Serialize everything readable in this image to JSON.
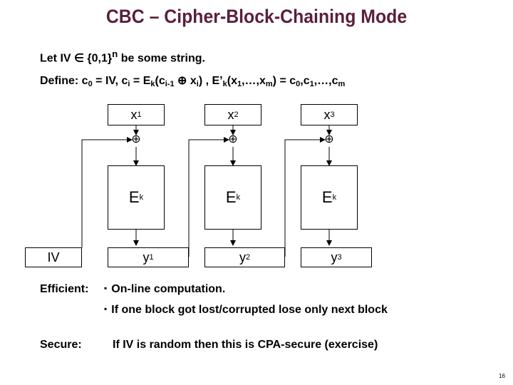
{
  "title": "CBC – Cipher-Block-Chaining Mode",
  "intro": {
    "prefix": "Let IV ",
    "member_symbol": "∈",
    "set": " {0,1}",
    "exp": "n",
    "suffix": " be some string."
  },
  "define": {
    "label": "Define: ",
    "c0": "c",
    "c0_sub": "0",
    "c0_rest": " = IV, ",
    "ci": "c",
    "ci_sub": "i",
    "ci_eq": " = E",
    "ci_k": "k",
    "ci_open": "(c",
    "ci_prev": "i-1",
    "ci_xor": " ⊕ ",
    "ci_x": "x",
    "ci_x_sub": "i",
    "ci_close": ") ,  E’",
    "ep_k": "k",
    "ep_args": "(x",
    "ep_1": "1",
    "ep_mid": ",…,x",
    "ep_m": "m",
    "ep_eq": ") = c",
    "ep_c0": "0",
    "ep_c1": ",c",
    "ep_c1_sub": "1",
    "ep_rest": ",…,c",
    "ep_cm": "m"
  },
  "diagram": {
    "inputs": [
      {
        "var": "x",
        "sub": "1"
      },
      {
        "var": "x",
        "sub": "2"
      },
      {
        "var": "x",
        "sub": "3"
      }
    ],
    "xor_symbol": "⊕",
    "cipher": {
      "var": "E",
      "sub": "k"
    },
    "iv_label": "IV",
    "outputs": [
      {
        "var": "y",
        "sub": "1"
      },
      {
        "var": "y",
        "sub": "2"
      },
      {
        "var": "y",
        "sub": "3"
      }
    ]
  },
  "efficient": {
    "label": "Efficient:",
    "bullet": "▪",
    "items": [
      "On-line computation.",
      "If one block got lost/corrupted lose only next block"
    ]
  },
  "secure": {
    "label": "Secure:",
    "text": "If IV is random then this is CPA-secure (exercise)"
  },
  "page_number": "16"
}
